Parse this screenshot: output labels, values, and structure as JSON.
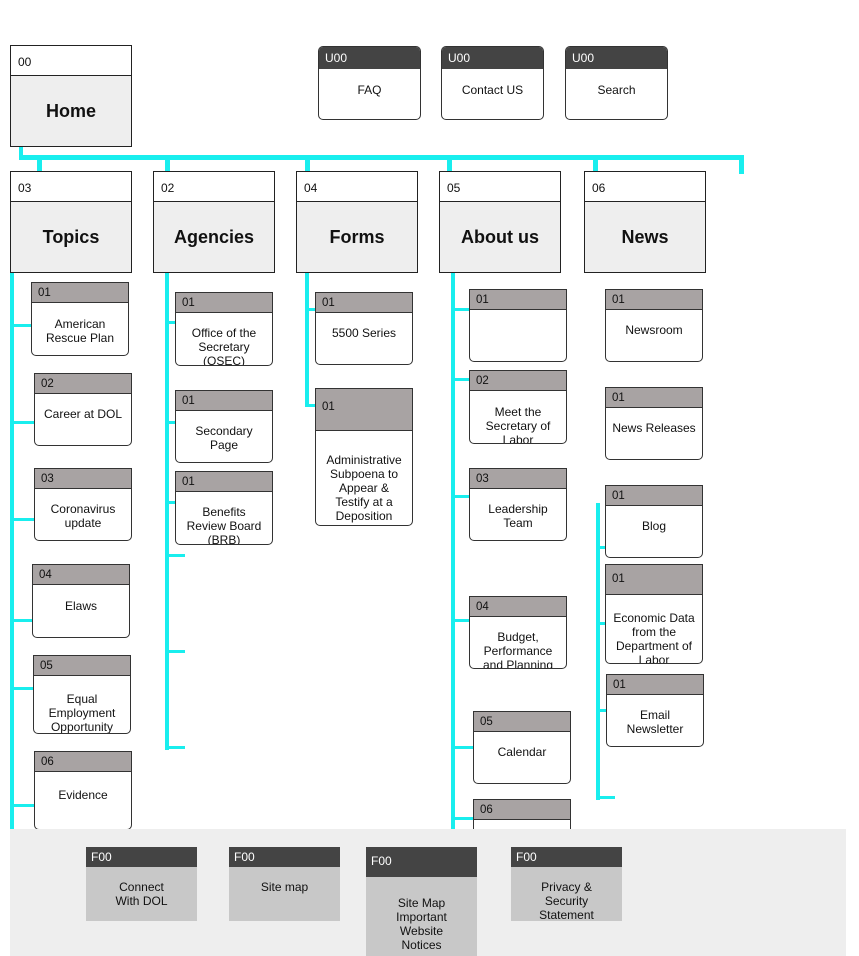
{
  "home": {
    "num": "00",
    "label": "Home"
  },
  "utility": [
    {
      "num": "U00",
      "label": "FAQ"
    },
    {
      "num": "U00",
      "label": "Contact US"
    },
    {
      "num": "U00",
      "label": "Search"
    }
  ],
  "sections": [
    {
      "num": "03",
      "label": "Topics"
    },
    {
      "num": "02",
      "label": "Agencies"
    },
    {
      "num": "04",
      "label": "Forms"
    },
    {
      "num": "05",
      "label": "About us"
    },
    {
      "num": "06",
      "label": "News"
    }
  ],
  "topics": [
    {
      "num": "01",
      "label": "American\nRescue Plan"
    },
    {
      "num": "02",
      "label": "Career at DOL"
    },
    {
      "num": "03",
      "label": "Coronavirus\nupdate"
    },
    {
      "num": "04",
      "label": "Elaws"
    },
    {
      "num": "05",
      "label": "Equal\nEmployment\nOpportunity"
    },
    {
      "num": "06",
      "label": "Evidence"
    }
  ],
  "agencies": [
    {
      "num": "01",
      "label": "Office of the\nSecretary\n(OSEC)"
    },
    {
      "num": "01",
      "label": "Secondary\nPage"
    },
    {
      "num": "01",
      "label": "Benefits\nReview Board\n(BRB)"
    }
  ],
  "forms": [
    {
      "num": "01",
      "label": "5500 Series"
    },
    {
      "num": "01",
      "label": "Administrative\nSubpoena to\nAppear &\nTestify at a\nDeposition"
    }
  ],
  "about": [
    {
      "num": "01",
      "label": ""
    },
    {
      "num": "02",
      "label": "Meet the\nSecretary of\nLabor"
    },
    {
      "num": "03",
      "label": "Leadership\nTeam"
    },
    {
      "num": "04",
      "label": "Budget,\nPerformance\nand Planning"
    },
    {
      "num": "05",
      "label": "Calendar"
    },
    {
      "num": "06",
      "label": ""
    }
  ],
  "news": [
    {
      "num": "01",
      "label": "Newsroom"
    },
    {
      "num": "01",
      "label": "News Releases"
    },
    {
      "num": "01",
      "label": "Blog"
    },
    {
      "num": "01",
      "label": "Economic Data\nfrom the\nDepartment of\nLabor"
    },
    {
      "num": "01",
      "label": "Email\nNewsletter"
    }
  ],
  "footer": [
    {
      "num": "F00",
      "label": "Connect\nWith DOL"
    },
    {
      "num": "F00",
      "label": "Site map"
    },
    {
      "num": "F00",
      "label": "Site Map\nImportant\nWebsite\nNotices"
    },
    {
      "num": "F00",
      "label": "Privacy &\nSecurity\nStatement"
    }
  ],
  "colors": {
    "connector": "#19eeee",
    "card_header": "#a8a3a3",
    "utility_header": "#444444"
  }
}
